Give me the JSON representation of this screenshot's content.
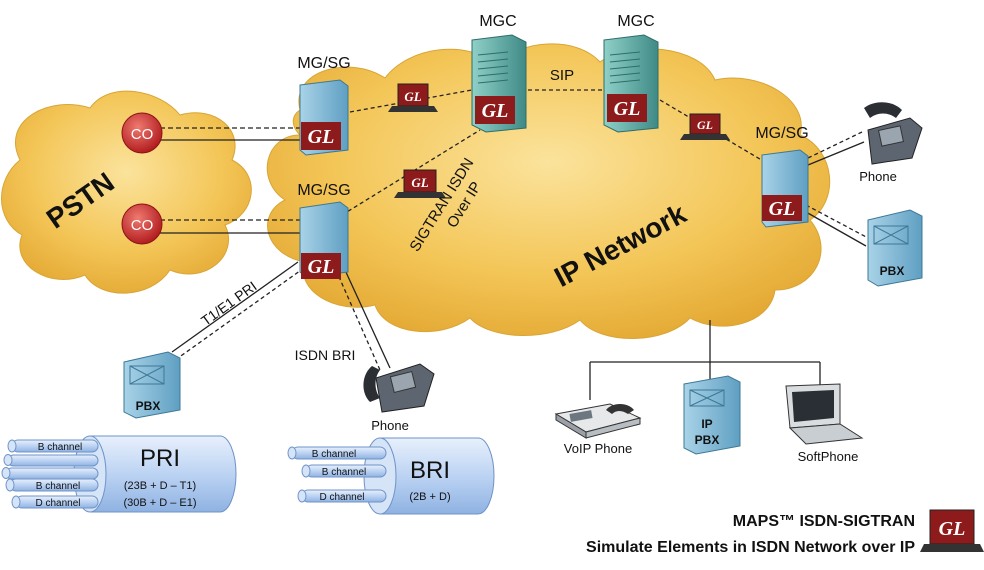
{
  "clouds": {
    "pstn": "PSTN",
    "ip": "IP Network"
  },
  "nodes": {
    "co_top": "CO",
    "co_bottom": "CO",
    "mgsg_top": "MG/SG",
    "mgsg_mid": "MG/SG",
    "mgsg_right": "MG/SG",
    "mgc_left": "MGC",
    "mgc_right": "MGC",
    "pbx_left": "PBX",
    "pbx_right": "PBX",
    "ip_pbx_line1": "IP",
    "ip_pbx_line2": "PBX",
    "phone_right": "Phone",
    "phone_bottom": "Phone",
    "voip_phone": "VoIP Phone",
    "softphone": "SoftPhone"
  },
  "links": {
    "sip": "SIP",
    "sigtran_line1": "SIGTRAN ISDN",
    "sigtran_line2": "Over IP",
    "t1e1_pri": "T1/E1 PRI",
    "isdn_bri": "ISDN BRI"
  },
  "gl_badge": "GL",
  "pri": {
    "title": "PRI",
    "line1": "(23B + D – T1)",
    "line2": "(30B + D – E1)",
    "channels": [
      "B channel",
      "B channel",
      "D channel"
    ]
  },
  "bri": {
    "title": "BRI",
    "line1": "(2B + D)",
    "channels": [
      "B channel",
      "B channel",
      "D channel"
    ]
  },
  "footer": {
    "line1": "MAPS™ ISDN-SIGTRAN",
    "line2": "Simulate Elements in ISDN Network over IP"
  },
  "colors": {
    "cloud": "#f2c04a",
    "co": "#c0282a",
    "gl_red": "#8e1b1b",
    "device_blue": "#8ec3dd",
    "server_teal": "#6fb7b0",
    "tube": "#bcd4f4"
  }
}
